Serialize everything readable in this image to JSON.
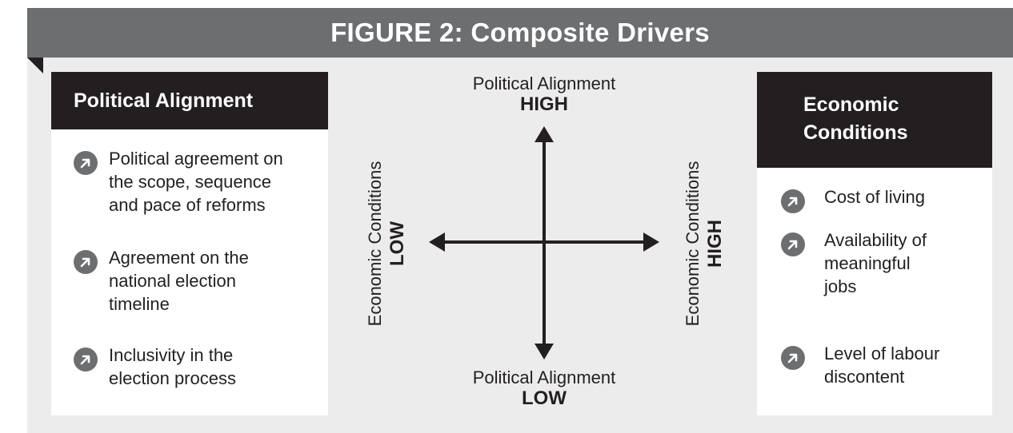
{
  "figure_title": "FIGURE 2: Composite Drivers",
  "colors": {
    "panel_bg": "#ececed",
    "header_bg": "#6d6e70",
    "card_head_bg": "#231f20",
    "bullet_icon": "#6d6e70",
    "text": "#231f20"
  },
  "left_card": {
    "title": "Political Alignment",
    "items": [
      "Political agreement on\nthe scope, sequence\nand pace of reforms",
      "Agreement on the\nnational election\ntimeline",
      "Inclusivity in the\nelection process"
    ]
  },
  "right_card": {
    "title": "Economic\nConditions",
    "items": [
      "Cost of living",
      "Availability of\nmeaningful\njobs",
      "Level of labour\ndiscontent"
    ]
  },
  "bullet_icon": "arrow-up-right-circle-icon",
  "axes": {
    "top": {
      "label": "Political Alignment",
      "level": "HIGH"
    },
    "bottom": {
      "label": "Political Alignment",
      "level": "LOW"
    },
    "left": {
      "label": "Economic Conditions",
      "level": "LOW"
    },
    "right": {
      "label": "Economic Conditions",
      "level": "HIGH"
    }
  }
}
